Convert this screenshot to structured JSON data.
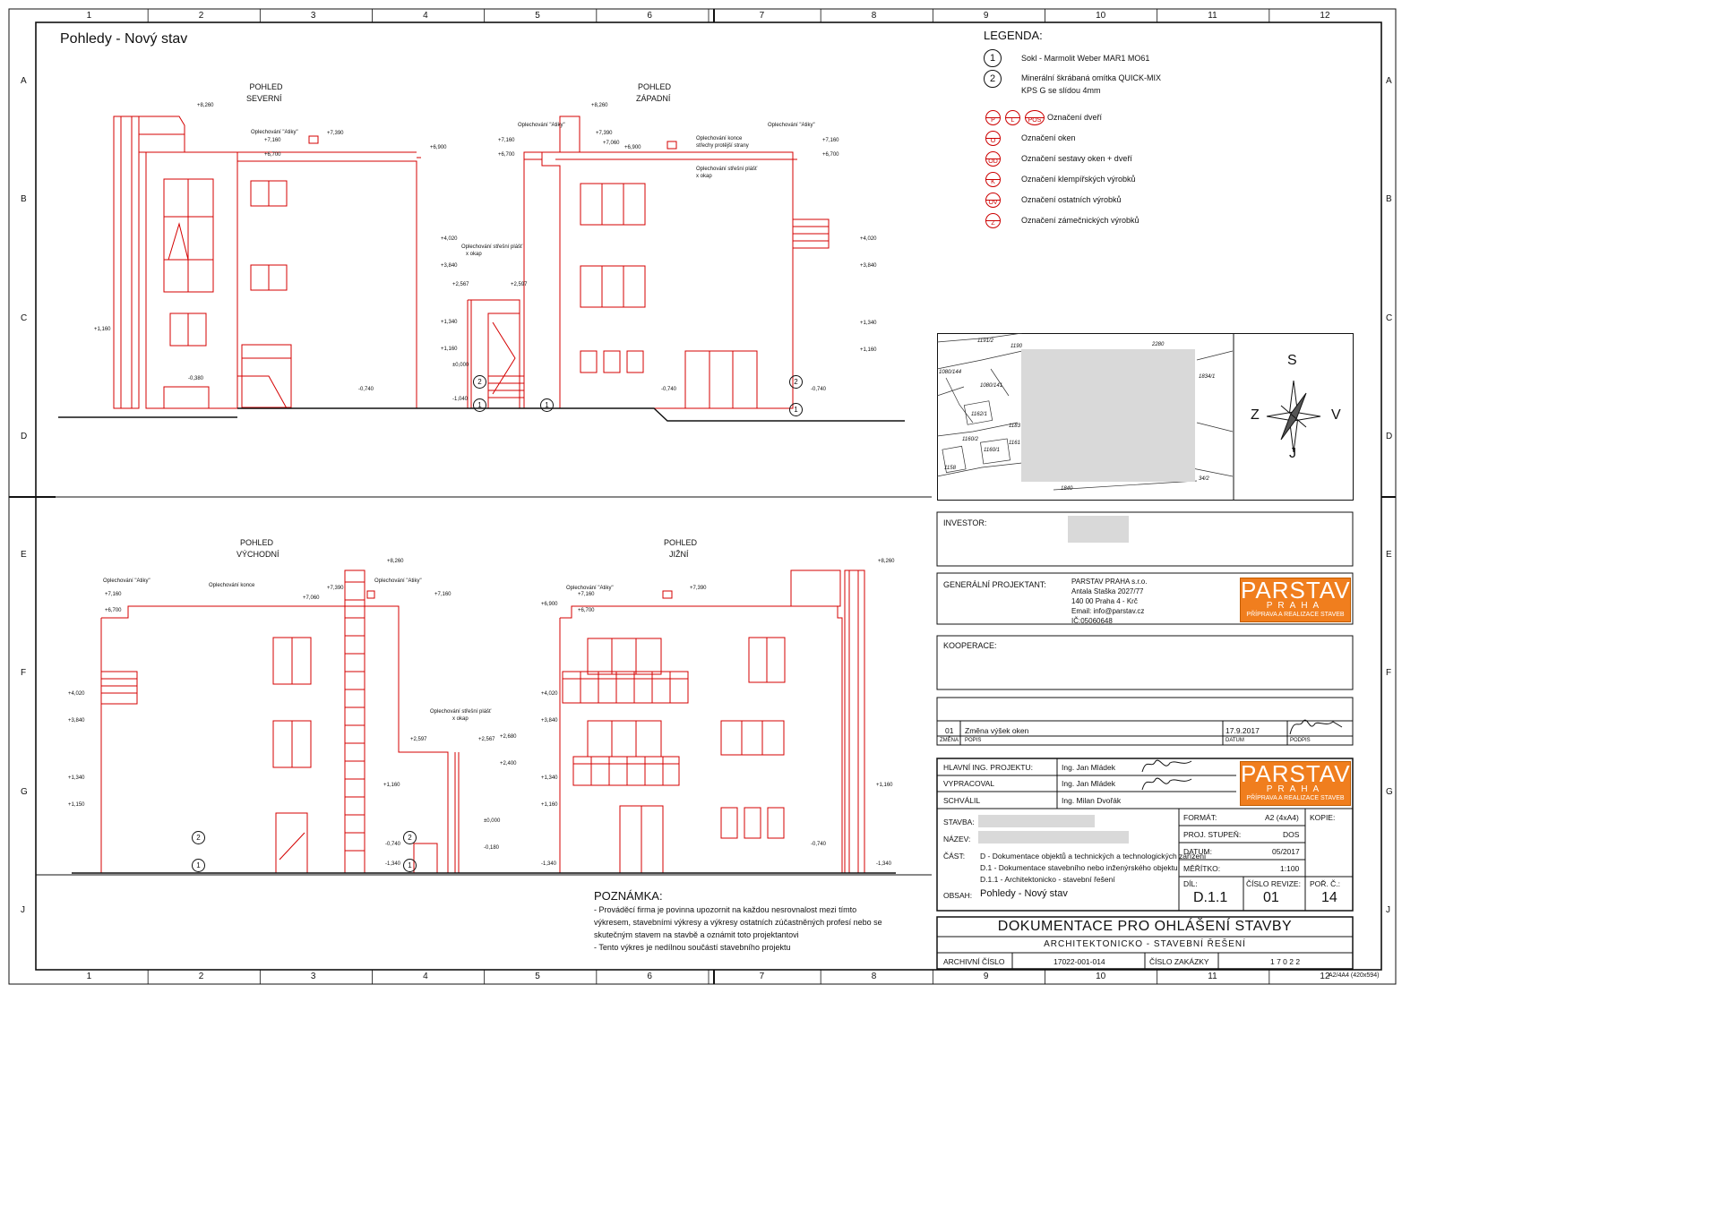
{
  "sheet_title": "Pohledy - Nový stav",
  "grid": {
    "columns": [
      "1",
      "2",
      "3",
      "4",
      "5",
      "6",
      "7",
      "8",
      "9",
      "10",
      "11",
      "12"
    ],
    "rows": [
      "A",
      "B",
      "C",
      "D",
      "E",
      "F",
      "G",
      "J"
    ]
  },
  "views": {
    "north": {
      "line1": "POHLED",
      "line2": "SEVERNÍ"
    },
    "west": {
      "line1": "POHLED",
      "line2": "ZÁPADNÍ"
    },
    "east": {
      "line1": "POHLED",
      "line2": "VÝCHODNÍ"
    },
    "south": {
      "line1": "POHLED",
      "line2": "JIŽNÍ"
    }
  },
  "annotations": {
    "atiky": "Oplechování \"Atiky\"",
    "konce1": "Oplechování konce",
    "konce2": "střechy protější strany",
    "pl1": "Oplechování střešní plášť",
    "pl2": "x okap"
  },
  "levels": {
    "p8260": "+8,260",
    "p7390": "+7,390",
    "p7160": "+7,160",
    "p6700": "+6,700",
    "p6900": "+6,900",
    "p7060": "+7,060",
    "p4020": "+4,020",
    "p3840": "+3,840",
    "p2567": "+2,567",
    "p2597": "+2,597",
    "p1340": "+1,340",
    "p1160": "+1,160",
    "p1150": "+1,150",
    "z0000": "±0,000",
    "m0380": "-0,380",
    "m0740": "-0,740",
    "m1040": "-1,040",
    "m1340": "-1,340",
    "m0180": "-0,180",
    "p2680": "+2,680",
    "p2400": "+2,400"
  },
  "legend": {
    "title": "LEGENDA:",
    "items": [
      {
        "sym": "1",
        "text": "Sokl - Marmolit Weber MAR1 MO61"
      },
      {
        "sym": "2",
        "text": "Minerální škrábaná omítka QUICK-MIX",
        "text2": "KPS G se slídou 4mm"
      }
    ],
    "red_items": [
      {
        "syms": [
          "P",
          "L",
          "POS"
        ],
        "text": "Označení dveří"
      },
      {
        "syms": [
          "O"
        ],
        "text": "Označení oken"
      },
      {
        "syms": [
          "OD"
        ],
        "text": "Označení sestavy oken + dveří"
      },
      {
        "syms": [
          "K"
        ],
        "text": "Označení klempířských výrobků"
      },
      {
        "syms": [
          "OV"
        ],
        "text": "Označení ostatních výrobků"
      },
      {
        "syms": [
          "Z"
        ],
        "text": "Označení zámečnických výrobků"
      }
    ]
  },
  "site_map": {
    "parcels": [
      "1191/2",
      "1190",
      "1080/144",
      "1080/141",
      "1162/1",
      "1183",
      "1161",
      "1160/2",
      "1160/1",
      "1158",
      "1840",
      "1834/1",
      "34/2",
      "2280"
    ],
    "compass": {
      "n": "S",
      "s": "J",
      "w": "Z",
      "e": "V"
    }
  },
  "investor": {
    "label": "INVESTOR:"
  },
  "general": {
    "label": "GENERÁLNÍ PROJEKTANT:",
    "lines": [
      "PARSTAV PRAHA s.r.o.",
      "Antala Staška 2027/77",
      "140 00 Praha 4 - Krč",
      "Email: info@parstav.cz",
      "IČ:05060648"
    ]
  },
  "logo": {
    "main": "PARSTAV",
    "sub": "PRAHA",
    "tag": "PŘÍPRAVA A REALIZACE STAVEB"
  },
  "kooperace": {
    "label": "KOOPERACE:"
  },
  "revision": {
    "num": "01",
    "desc": "Změna výšek oken",
    "date": "17.9.2017",
    "signature": "Mlade",
    "headers": {
      "zmena": "ZMĚNA",
      "popis": "POPIS",
      "datum": "DATUM",
      "podpis": "PODPIS"
    }
  },
  "people": [
    {
      "role": "HLAVNÍ ING. PROJEKTU:",
      "name": "Ing. Jan Mládek",
      "sig": "Mlade"
    },
    {
      "role": "VYPRACOVAL",
      "name": "Ing. Jan Mládek",
      "sig": "Mlade"
    },
    {
      "role": "SCHVÁLIL",
      "name": "Ing. Milan Dvořák",
      "sig": ""
    }
  ],
  "project": {
    "stavba": "STAVBA:",
    "nazev": "NÁZEV:",
    "cast": "ČÁST:",
    "cast_lines": [
      "D - Dokumentace objektů a technických a technologických zařízení",
      "D.1 - Dokumentace stavebního nebo inženýrského objektu",
      "D.1.1 - Architektonicko - stavební řešení"
    ],
    "obsah_label": "OBSAH:",
    "obsah": "Pohledy - Nový stav"
  },
  "format": {
    "format_label": "FORMÁT:",
    "format": "A2 (4xA4)",
    "stupen_label": "PROJ. STUPEŇ:",
    "stupen": "DOS",
    "datum_label": "DATUM:",
    "datum": "05/2017",
    "meritko_label": "MĚŘÍTKO:",
    "meritko": "1:100",
    "kopie_label": "KOPIE:",
    "dil_label": "DÍL:",
    "dil": "D.1.1",
    "revize_label": "ČÍSLO REVIZE:",
    "revize": "01",
    "por_label": "POŘ. Č.:",
    "por": "14"
  },
  "title_block": {
    "main": "DOKUMENTACE PRO OHLÁŠENÍ STAVBY",
    "sub": "ARCHITEKTONICKO - STAVEBNÍ ŘEŠENÍ",
    "archiv_label": "ARCHIVNÍ ČÍSLO",
    "archiv": "17022-001-014",
    "zakazka_label": "ČÍSLO ZAKÁZKY",
    "zakazka": "1 7 0 2 2"
  },
  "note": {
    "title": "POZNÁMKA:",
    "lines": [
      "- Prováděcí firma je povinna upozornit na každou nesrovnalost mezi tímto",
      "výkresem, stavebními výkresy a výkresy ostatních zúčastněných profesí nebo se",
      "skutečným stavem na stavbě a oznámit toto projektantovi",
      "- Tento výkres je nedílnou součástí stavebního projektu"
    ]
  },
  "sheet_format": "A2/4A4 (420x594)"
}
